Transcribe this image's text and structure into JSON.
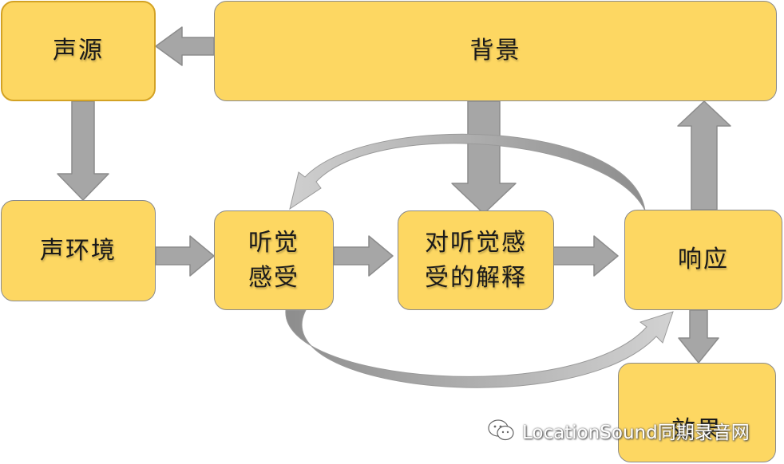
{
  "nodes": {
    "source": "声源",
    "background": "背景",
    "sound_environment": "声环境",
    "auditory_perception": [
      "听觉",
      "感受"
    ],
    "interpretation": [
      "对听觉感",
      "受的解释"
    ],
    "response": "响应",
    "effect": "效果"
  },
  "watermark": "LocationSound同期录音网",
  "icons": {
    "watermark": "wechat-icon"
  },
  "colors": {
    "node_fill": "#fdd762",
    "node_border": "#8a8a8a",
    "source_border": "#d3a224",
    "arrow_fill": "#a6a6a6",
    "arrow_stroke": "#8c8c8c"
  }
}
